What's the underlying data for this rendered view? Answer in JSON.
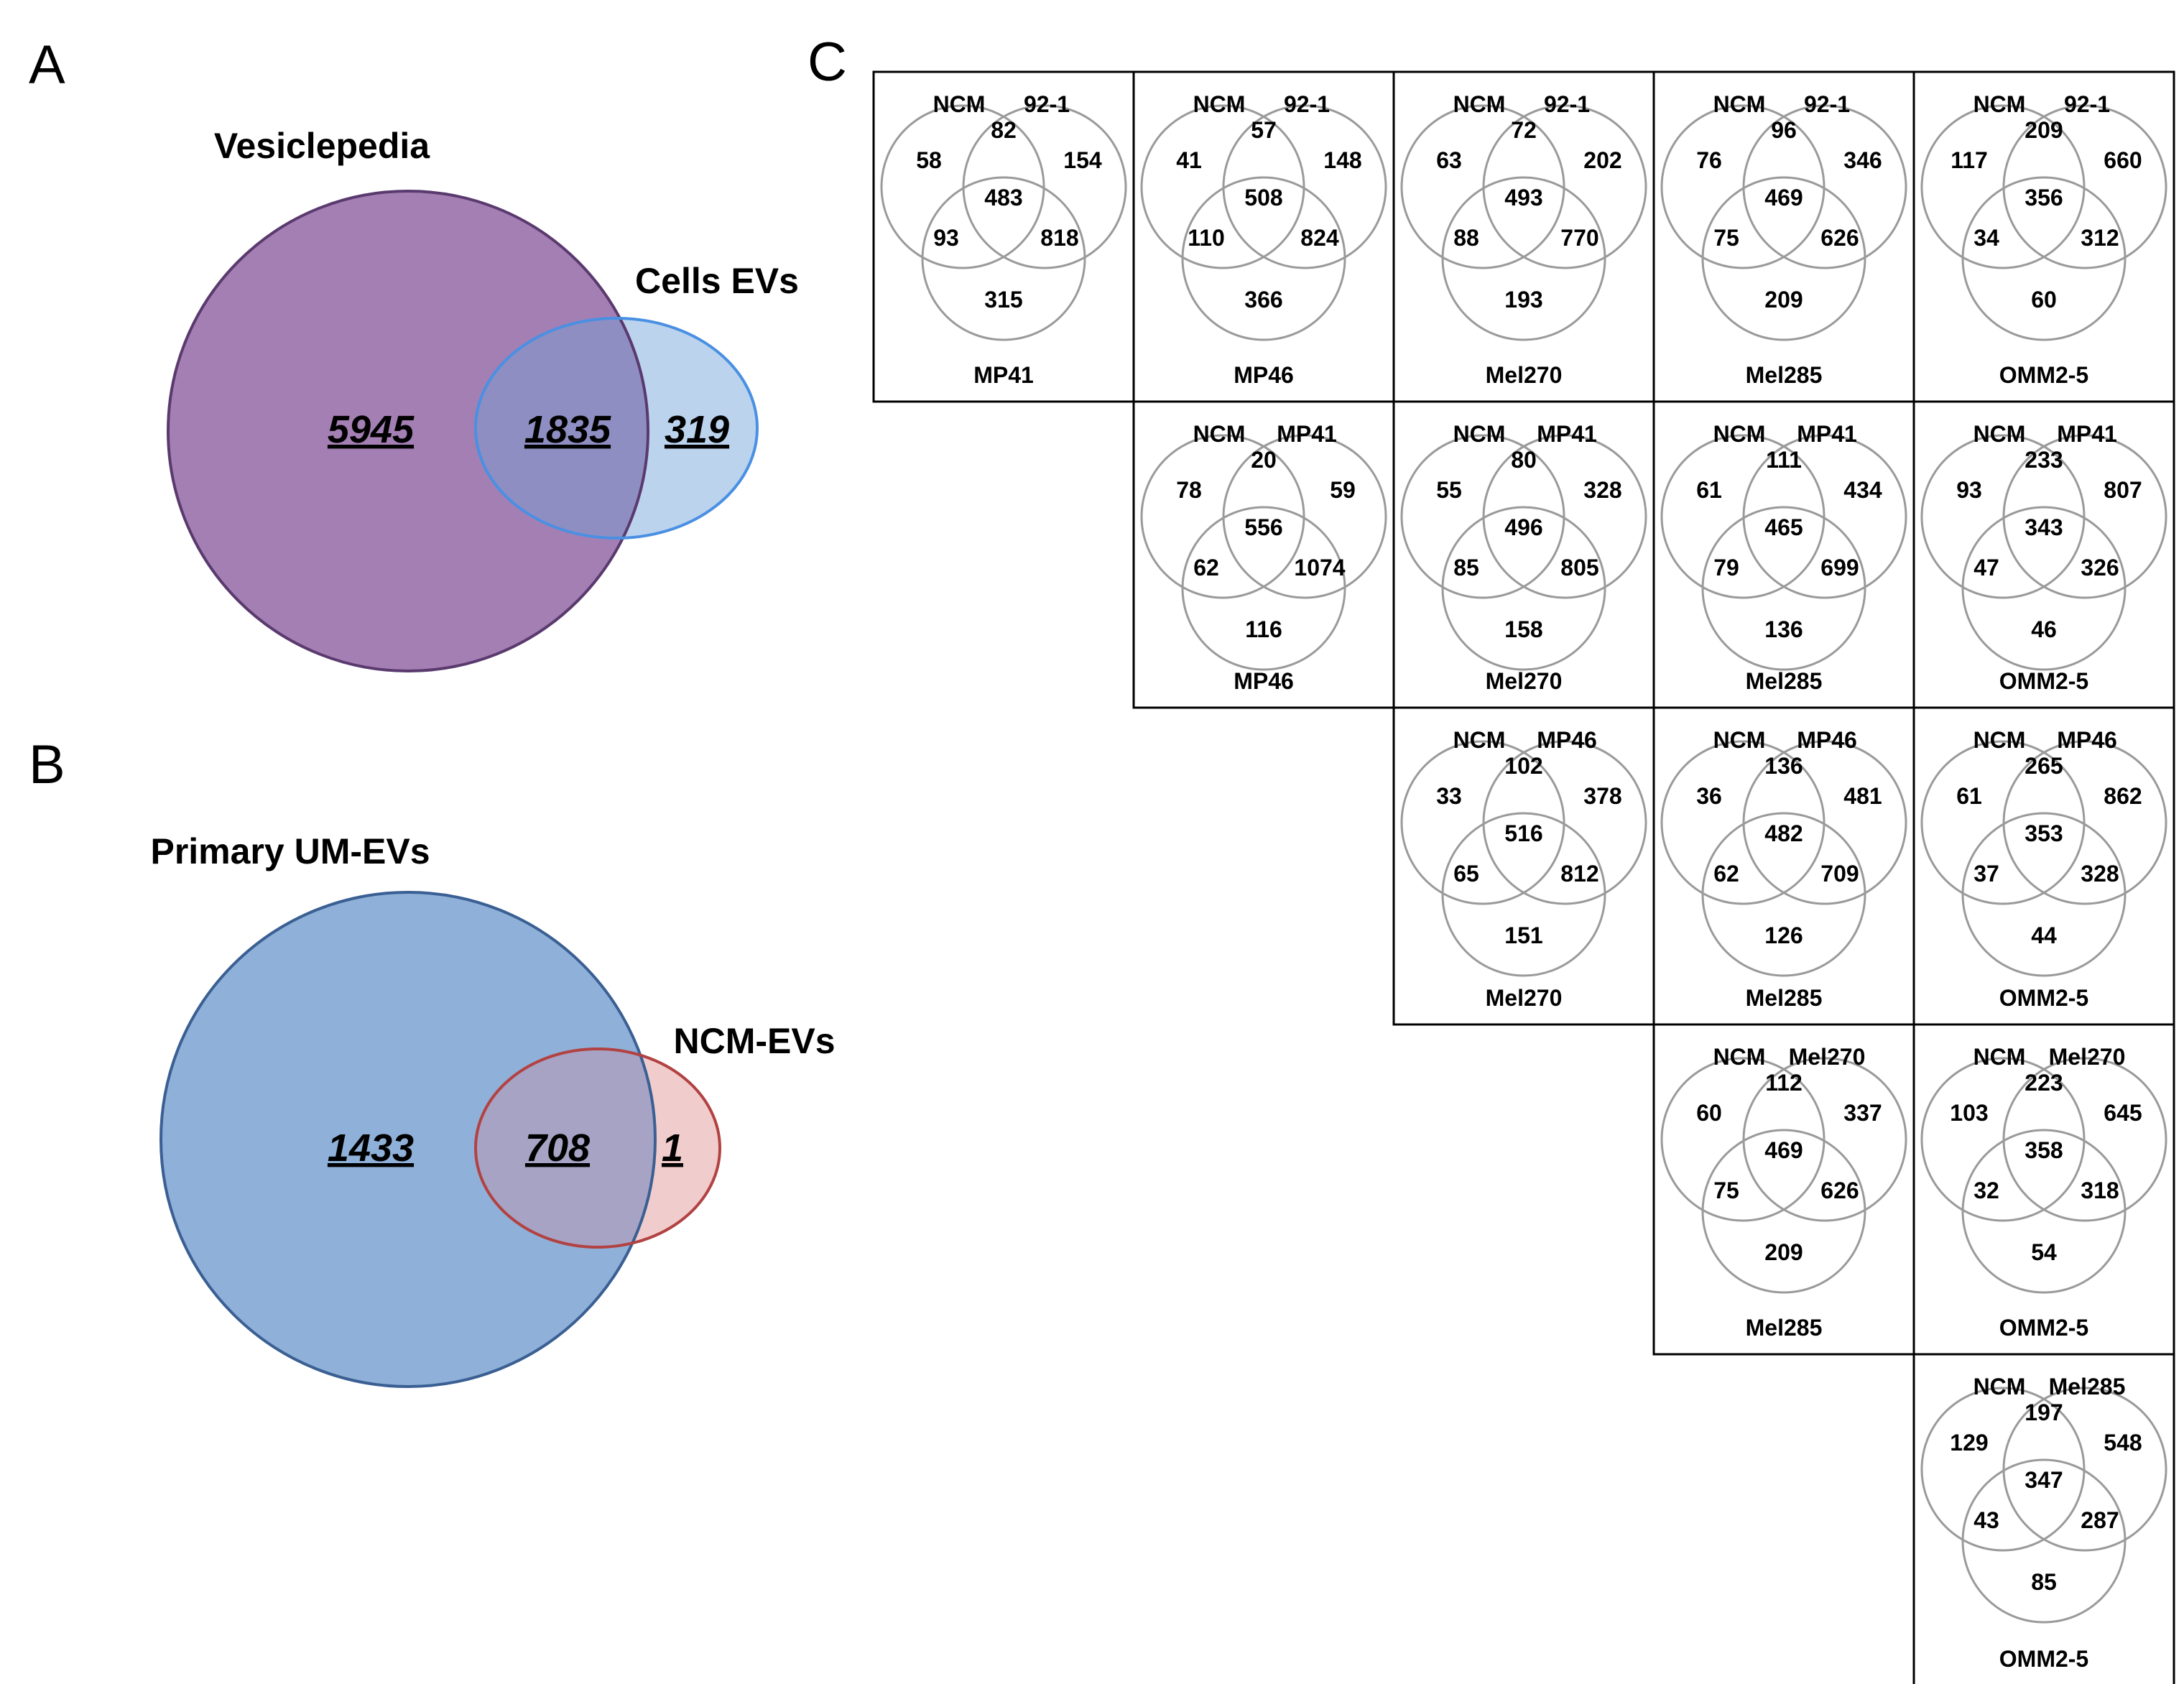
{
  "panels": {
    "A": {
      "letter": "A",
      "sets": [
        {
          "label": "Vesiclepedia",
          "color": "#a47fb3",
          "stroke": "#5a3a6e"
        },
        {
          "label": "Cells EVs",
          "color": "#bcd3ee",
          "stroke": "#4a90e2"
        }
      ],
      "counts": {
        "only_first": "5945",
        "both": "1835",
        "only_second": "319"
      },
      "overlap_color": "#8e8ec2"
    },
    "B": {
      "letter": "B",
      "sets": [
        {
          "label": "Primary UM-EVs",
          "color": "#8fb0d8",
          "stroke": "#3a5f93"
        },
        {
          "label": "NCM-EVs",
          "color": "#f1cccc",
          "stroke": "#b24242"
        }
      ],
      "counts": {
        "only_first": "1433",
        "both": "708",
        "only_second": "1"
      },
      "overlap_color": "#a7a3c4"
    },
    "C": {
      "letter": "C",
      "diagrams": [
        {
          "row": 0,
          "col": 0,
          "sets": [
            "NCM",
            "92-1",
            "MP41"
          ],
          "counts": {
            "a": "58",
            "ab": "82",
            "b": "154",
            "ac": "93",
            "abc": "483",
            "bc": "818",
            "c": "315"
          }
        },
        {
          "row": 0,
          "col": 1,
          "sets": [
            "NCM",
            "92-1",
            "MP46"
          ],
          "counts": {
            "a": "41",
            "ab": "57",
            "b": "148",
            "ac": "110",
            "abc": "508",
            "bc": "824",
            "c": "366"
          }
        },
        {
          "row": 0,
          "col": 2,
          "sets": [
            "NCM",
            "92-1",
            "Mel270"
          ],
          "counts": {
            "a": "63",
            "ab": "72",
            "b": "202",
            "ac": "88",
            "abc": "493",
            "bc": "770",
            "c": "193"
          }
        },
        {
          "row": 0,
          "col": 3,
          "sets": [
            "NCM",
            "92-1",
            "Mel285"
          ],
          "counts": {
            "a": "76",
            "ab": "96",
            "b": "346",
            "ac": "75",
            "abc": "469",
            "bc": "626",
            "c": "209"
          }
        },
        {
          "row": 0,
          "col": 4,
          "sets": [
            "NCM",
            "92-1",
            "OMM2-5"
          ],
          "counts": {
            "a": "117",
            "ab": "209",
            "b": "660",
            "ac": "34",
            "abc": "356",
            "bc": "312",
            "c": "60"
          }
        },
        {
          "row": 1,
          "col": 1,
          "sets": [
            "NCM",
            "MP41",
            "MP46"
          ],
          "counts": {
            "a": "78",
            "ab": "20",
            "b": "59",
            "ac": "62",
            "abc": "556",
            "bc": "1074",
            "c": "116"
          }
        },
        {
          "row": 1,
          "col": 2,
          "sets": [
            "NCM",
            "MP41",
            "Mel270"
          ],
          "counts": {
            "a": "55",
            "ab": "80",
            "b": "328",
            "ac": "85",
            "abc": "496",
            "bc": "805",
            "c": "158"
          }
        },
        {
          "row": 1,
          "col": 3,
          "sets": [
            "NCM",
            "MP41",
            "Mel285"
          ],
          "counts": {
            "a": "61",
            "ab": "111",
            "b": "434",
            "ac": "79",
            "abc": "465",
            "bc": "699",
            "c": "136"
          }
        },
        {
          "row": 1,
          "col": 4,
          "sets": [
            "NCM",
            "MP41",
            "OMM2-5"
          ],
          "counts": {
            "a": "93",
            "ab": "233",
            "b": "807",
            "ac": "47",
            "abc": "343",
            "bc": "326",
            "c": "46"
          }
        },
        {
          "row": 2,
          "col": 2,
          "sets": [
            "NCM",
            "MP46",
            "Mel270"
          ],
          "counts": {
            "a": "33",
            "ab": "102",
            "b": "378",
            "ac": "65",
            "abc": "516",
            "bc": "812",
            "c": "151"
          }
        },
        {
          "row": 2,
          "col": 3,
          "sets": [
            "NCM",
            "MP46",
            "Mel285"
          ],
          "counts": {
            "a": "36",
            "ab": "136",
            "b": "481",
            "ac": "62",
            "abc": "482",
            "bc": "709",
            "c": "126"
          }
        },
        {
          "row": 2,
          "col": 4,
          "sets": [
            "NCM",
            "MP46",
            "OMM2-5"
          ],
          "counts": {
            "a": "61",
            "ab": "265",
            "b": "862",
            "ac": "37",
            "abc": "353",
            "bc": "328",
            "c": "44"
          }
        },
        {
          "row": 3,
          "col": 3,
          "sets": [
            "NCM",
            "Mel270",
            "Mel285"
          ],
          "counts": {
            "a": "60",
            "ab": "112",
            "b": "337",
            "ac": "75",
            "abc": "469",
            "bc": "626",
            "c": "209"
          }
        },
        {
          "row": 3,
          "col": 4,
          "sets": [
            "NCM",
            "Mel270",
            "OMM2-5"
          ],
          "counts": {
            "a": "103",
            "ab": "223",
            "b": "645",
            "ac": "32",
            "abc": "358",
            "bc": "318",
            "c": "54"
          }
        },
        {
          "row": 4,
          "col": 4,
          "sets": [
            "NCM",
            "Mel285",
            "OMM2-5"
          ],
          "counts": {
            "a": "129",
            "ab": "197",
            "b": "548",
            "ac": "43",
            "abc": "347",
            "bc": "287",
            "c": "85"
          }
        }
      ]
    }
  }
}
